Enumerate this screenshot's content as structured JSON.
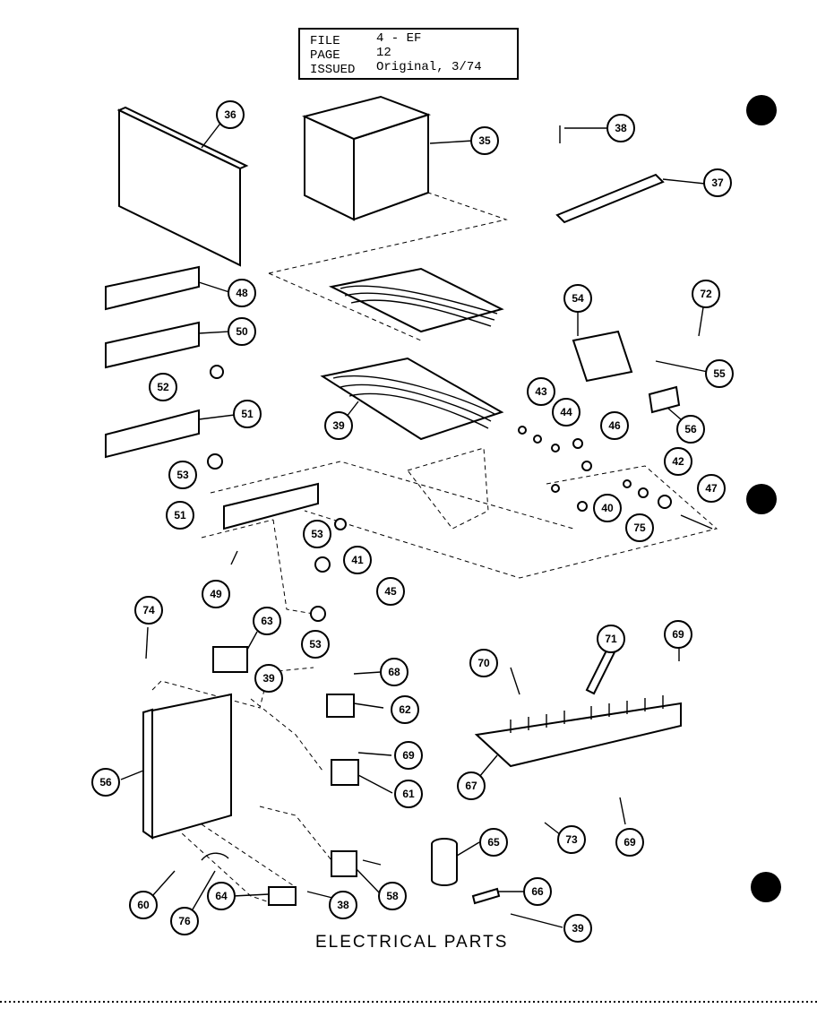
{
  "header": {
    "file_label": "FILE",
    "file_value": "4 - EF",
    "page_label": "PAGE",
    "page_value": "12",
    "issued_label": "ISSUED",
    "issued_value": "Original, 3/74"
  },
  "caption": "ELECTRICAL PARTS",
  "callouts": [
    "36",
    "35",
    "38",
    "37",
    "48",
    "50",
    "52",
    "51",
    "53",
    "39",
    "54",
    "72",
    "55",
    "56",
    "43",
    "44",
    "46",
    "42",
    "47",
    "40",
    "75",
    "51",
    "53",
    "41",
    "45",
    "49",
    "53",
    "74",
    "63",
    "39",
    "68",
    "62",
    "56",
    "69",
    "61",
    "70",
    "71",
    "69",
    "67",
    "73",
    "69",
    "65",
    "58",
    "66",
    "60",
    "76",
    "64",
    "38",
    "39"
  ]
}
